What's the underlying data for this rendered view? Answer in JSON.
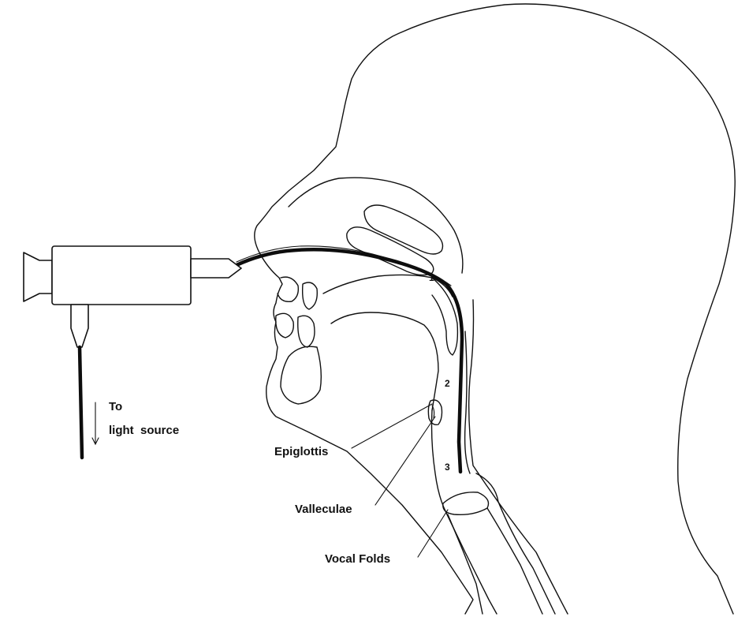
{
  "labels": {
    "to": "To",
    "light_source": "light  source",
    "epiglottis": "Epiglottis",
    "valleculae": "Valleculae",
    "vocal_folds": "Vocal Folds",
    "position_1": "1",
    "position_2": "2",
    "position_3": "3"
  },
  "colors": {
    "line": "#111111",
    "background": "#ffffff"
  }
}
